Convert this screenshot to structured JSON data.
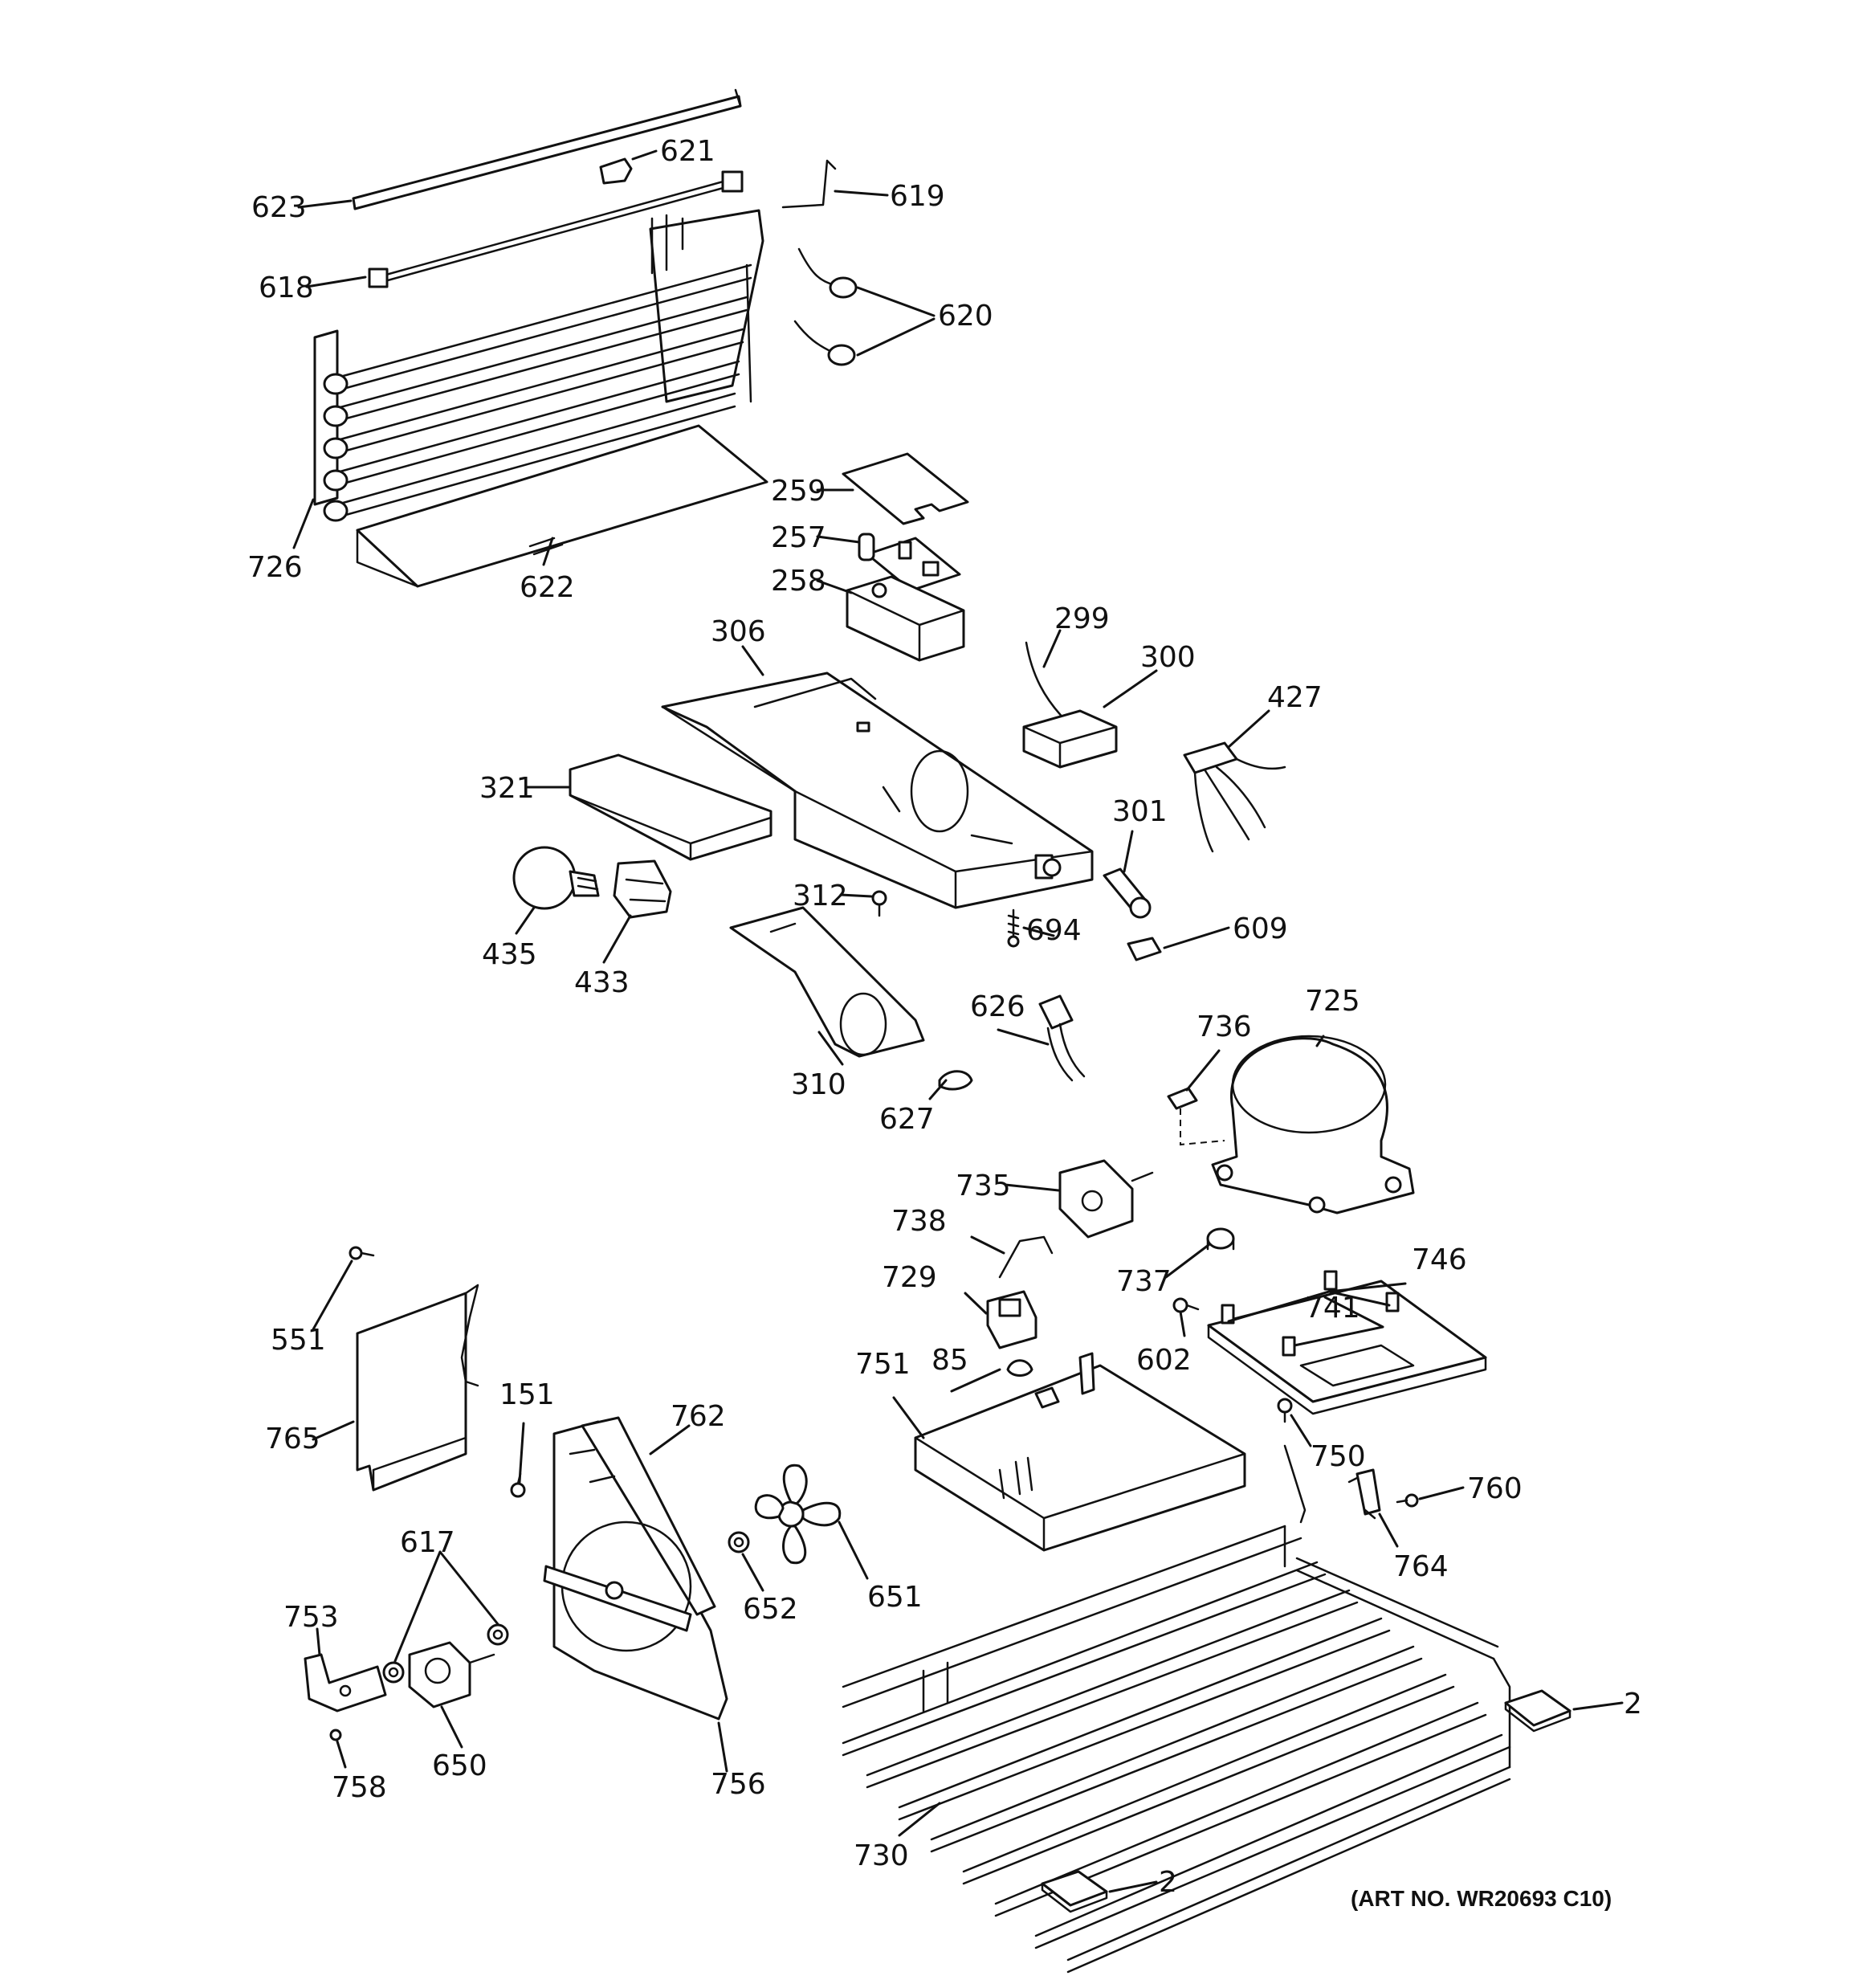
{
  "callouts": {
    "c623": "623",
    "c621": "621",
    "c619": "619",
    "c618": "618",
    "c620": "620",
    "c726": "726",
    "c622": "622",
    "c259": "259",
    "c257": "257",
    "c258": "258",
    "c306": "306",
    "c299": "299",
    "c300": "300",
    "c427": "427",
    "c321": "321",
    "c301": "301",
    "c312": "312",
    "c435": "435",
    "c433": "433",
    "c694": "694",
    "c609": "609",
    "c626": "626",
    "c725": "725",
    "c736": "736",
    "c310": "310",
    "c627": "627",
    "c735": "735",
    "c738": "738",
    "c729": "729",
    "c737": "737",
    "c746": "746",
    "c741": "741",
    "c602": "602",
    "c551": "551",
    "c751": "751",
    "c85": "85",
    "c765": "765",
    "c151": "151",
    "c762": "762",
    "c750": "750",
    "c760": "760",
    "c764": "764",
    "c617": "617",
    "c753": "753",
    "c652": "652",
    "c651": "651",
    "c2a": "2",
    "c650": "650",
    "c758": "758",
    "c756": "756",
    "c730": "730",
    "c2b": "2"
  },
  "art_number": "(ART NO. WR20693 C10)"
}
